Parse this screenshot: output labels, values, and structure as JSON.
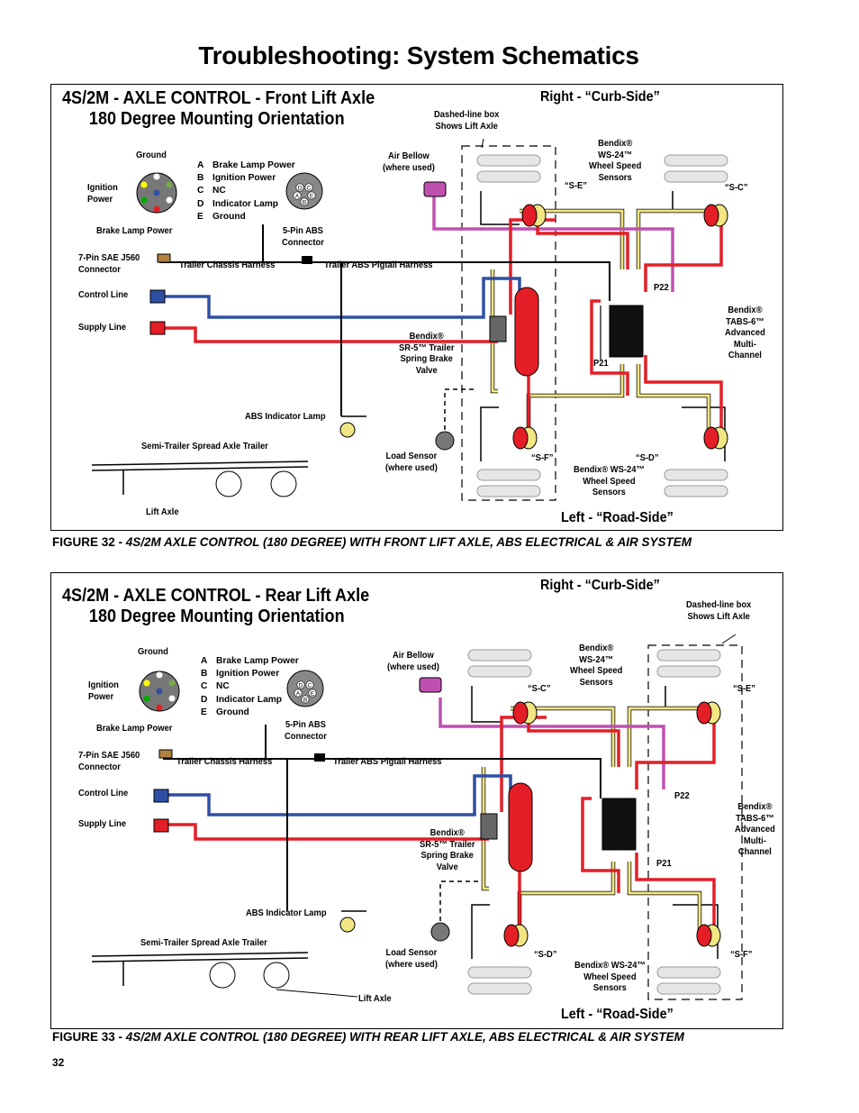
{
  "page": {
    "title": "Troubleshooting: System Schematics",
    "page_number": "32"
  },
  "panels": [
    {
      "title_line1": "4S/2M - AXLE CONTROL - Front Lift Axle",
      "title_line2": "180 Degree Mounting Orientation",
      "right_side": "Right - “Curb-Side”",
      "left_side": "Left  - “Road-Side”",
      "caption_prefix": "FIGURE 32 - ",
      "caption_text": "4S/2M AXLE CONTROL (180 DEGREE) WITH FRONT LIFT AXLE, ABS ELECTRICAL & AIR SYSTEM",
      "labels": {
        "ground": "Ground",
        "ignition_power": "Ignition\nPower",
        "brake_lamp_power": "Brake Lamp Power",
        "five_pin": "5-Pin ABS\nConnector",
        "seven_pin": "7-Pin SAE J560\nConnector",
        "chassis_harness": "Trailer Chassis Harness",
        "pigtail_harness": "Trailer ABS Pigtail Harness",
        "control_line": "Control Line",
        "supply_line": "Supply Line",
        "abs_lamp": "ABS Indicator Lamp",
        "trailer": "Semi-Trailer Spread Axle Trailer",
        "lift_axle": "Lift Axle",
        "air_bellow": "Air Bellow\n(where used)",
        "dashed_box": "Dashed-line box\nShows Lift Axle",
        "bendix_ws24_top": "Bendix®\nWS-24™\nWheel Speed\nSensors",
        "bendix_ws24_bottom": "Bendix® WS-24™\nWheel Speed\nSensors",
        "sr5": "Bendix®\nSR-5™ Trailer\nSpring Brake\nValve",
        "tabs6": "Bendix®\nTABS-6™\nAdvanced\nMulti-\nChannel",
        "load_sensor": "Load Sensor\n(where used)",
        "p21": "P21",
        "p22": "P22",
        "sensor_tl": "“S-E”",
        "sensor_tr": "“S-C”",
        "sensor_bl": "“S-F”",
        "sensor_br": "“S-D”"
      },
      "pin_list": [
        {
          "k": "A",
          "v": "Brake Lamp Power"
        },
        {
          "k": "B",
          "v": "Ignition Power"
        },
        {
          "k": "C",
          "v": "NC"
        },
        {
          "k": "D",
          "v": "Indicator Lamp"
        },
        {
          "k": "E",
          "v": "Ground"
        }
      ]
    },
    {
      "title_line1": "4S/2M - AXLE CONTROL - Rear Lift Axle",
      "title_line2": "180 Degree Mounting Orientation",
      "right_side": "Right - “Curb-Side”",
      "left_side": "Left  - “Road-Side”",
      "caption_prefix": "FIGURE 33 - ",
      "caption_text": "4S/2M AXLE CONTROL (180 DEGREE) WITH REAR LIFT AXLE, ABS ELECTRICAL & AIR SYSTEM",
      "labels": {
        "ground": "Ground",
        "ignition_power": "Ignition\nPower",
        "brake_lamp_power": "Brake Lamp Power",
        "five_pin": "5-Pin ABS\nConnector",
        "seven_pin": "7-Pin SAE J560\nConnector",
        "chassis_harness": "Trailer Chassis Harness",
        "pigtail_harness": "Trailer ABS Pigtail Harness",
        "control_line": "Control Line",
        "supply_line": "Supply Line",
        "abs_lamp": "ABS Indicator Lamp",
        "trailer": "Semi-Trailer Spread Axle Trailer",
        "lift_axle": "Lift Axle",
        "air_bellow": "Air Bellow\n(where used)",
        "dashed_box": "Dashed-line box\nShows Lift Axle",
        "bendix_ws24_top": "Bendix®\nWS-24™\nWheel Speed\nSensors",
        "bendix_ws24_bottom": "Bendix® WS-24™\nWheel Speed\nSensors",
        "sr5": "Bendix®\nSR-5™ Trailer\nSpring Brake\nValve",
        "tabs6": "Bendix®\nTABS-6™\nAdvanced\nMulti-\nChannel",
        "load_sensor": "Load Sensor\n(where used)",
        "p21": "P21",
        "p22": "P22",
        "sensor_tl": "“S-C”",
        "sensor_tr": "“S-E”",
        "sensor_bl": "“S-D”",
        "sensor_br": "“S-F”"
      },
      "pin_list": [
        {
          "k": "A",
          "v": "Brake Lamp Power"
        },
        {
          "k": "B",
          "v": "Ignition Power"
        },
        {
          "k": "C",
          "v": "NC"
        },
        {
          "k": "D",
          "v": "Indicator Lamp"
        },
        {
          "k": "E",
          "v": "Ground"
        }
      ]
    }
  ],
  "connector_pins": [
    "A",
    "B",
    "C",
    "D",
    "E"
  ],
  "colors": {
    "supply": "#e41e26",
    "control": "#2e4fa3",
    "sensor": "#f2e583",
    "air_bellow": "#c050b0",
    "harness": "#000000",
    "tank": "#e41e26"
  }
}
